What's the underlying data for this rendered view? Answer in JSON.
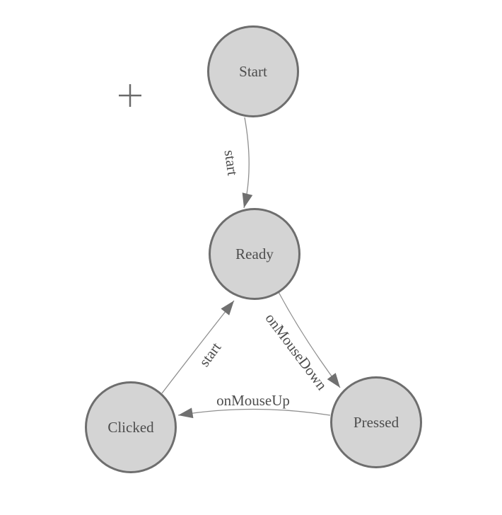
{
  "diagram": {
    "kind": "state-machine",
    "nodes": [
      {
        "id": "start",
        "label": "Start"
      },
      {
        "id": "ready",
        "label": "Ready"
      },
      {
        "id": "clicked",
        "label": "Clicked"
      },
      {
        "id": "pressed",
        "label": "Pressed"
      }
    ],
    "edges": [
      {
        "from": "Start",
        "to": "Ready",
        "label": "start"
      },
      {
        "from": "Ready",
        "to": "Pressed",
        "label": "onMouseDown"
      },
      {
        "from": "Clicked",
        "to": "Ready",
        "label": "start"
      },
      {
        "from": "Pressed",
        "to": "Clicked",
        "label": "onMouseUp"
      }
    ]
  },
  "icons": {
    "crosshair": "plus-cross"
  },
  "colors": {
    "canvas_bg": "#ffffff",
    "node_fill": "#d4d4d4",
    "node_border": "#6e6e6e",
    "edge_line": "#8f8f8f",
    "arrowhead": "#707070",
    "label_text": "#4d4d4d",
    "crosshair": "#6a6a6a"
  }
}
